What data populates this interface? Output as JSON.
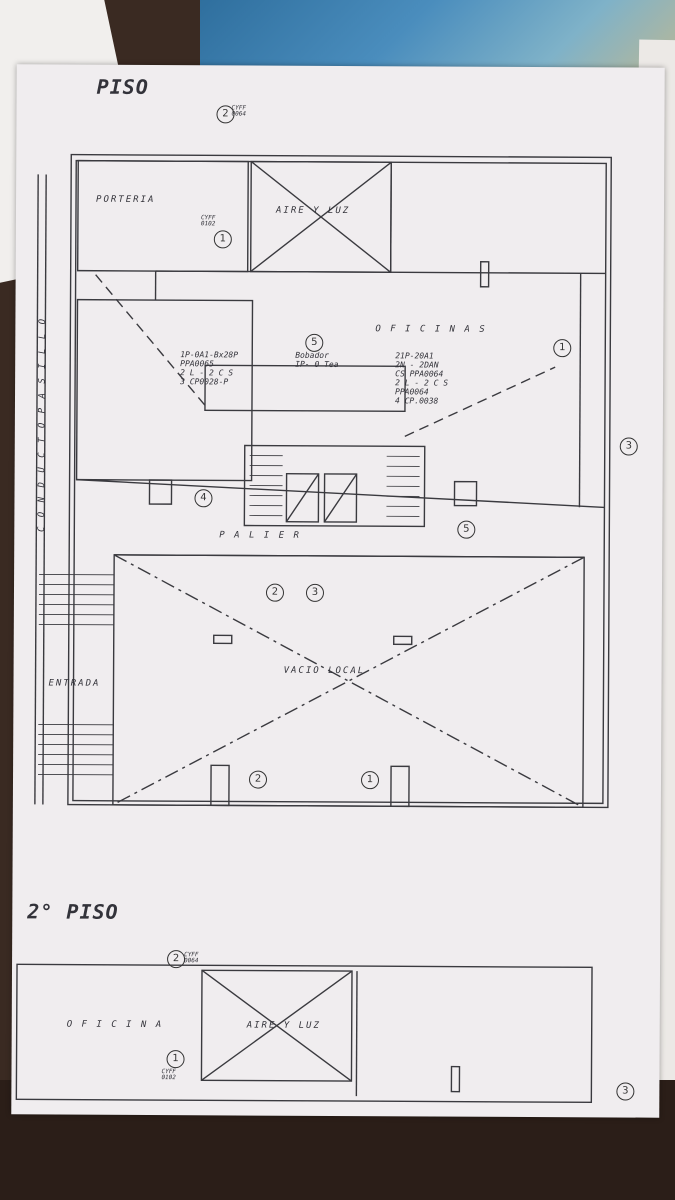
{
  "document": {
    "floor1_title": "PISO",
    "floor2_title": "2° PISO",
    "rooms": {
      "porteria": "PORTERIA",
      "aire_luz": "AIRE Y LUZ",
      "oficinas": "O F I C I N A S",
      "pasillo": "C O N D U C T O   P A S I L L O",
      "palier": "P A L I E R",
      "vacio_local": "VACIO   LOCAL",
      "entrada": "ENTRADA",
      "oficina_2": "O F I C I N A",
      "aire_luz_2": "AIRE Y LUZ"
    },
    "cyfe_labels": [
      "CYFF 0064",
      "CYFF 0102",
      "CYFF 0064",
      "CYFF 0102"
    ],
    "notes": {
      "left": "1P-0A1-Bx28P\nPPA0065\n2 L - 2 C S\n3 CP0028-P",
      "center": "Bobador\nIP- 0 Tea",
      "right": "21P-20A1\n2N - 2DAN\nCS PPA0064\n2 L - 2 C S\nPPA0064\n4 CP.0038"
    },
    "circle_numbers": [
      "2",
      "1",
      "5",
      "4",
      "5",
      "2",
      "3",
      "1",
      "2",
      "1",
      "2",
      "1",
      "3",
      "3"
    ]
  },
  "colors": {
    "ink": "#33333a",
    "paper": "#f0edef"
  }
}
